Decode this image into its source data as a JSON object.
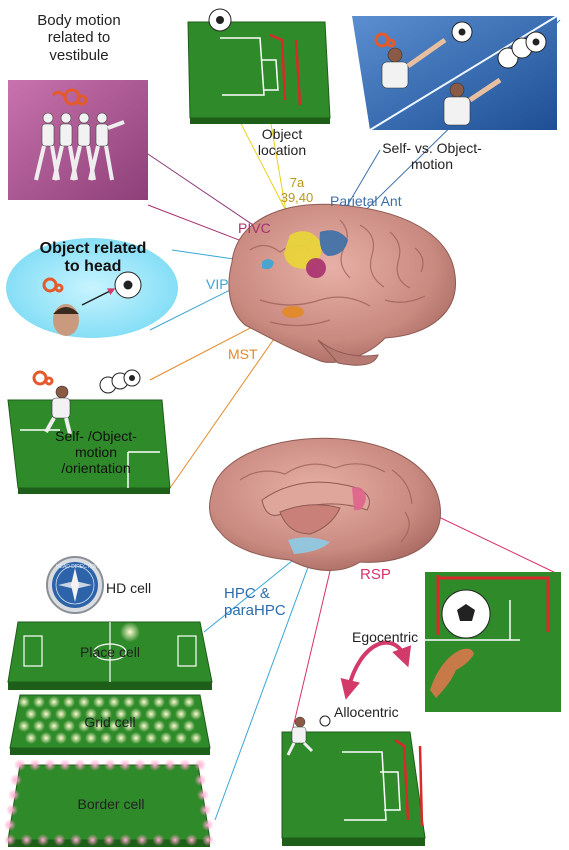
{
  "labels": {
    "body_motion": [
      "Body motion",
      "related to",
      "vestibule"
    ],
    "object_location": [
      "Object",
      "location"
    ],
    "self_vs_object": [
      "Self- vs. Object-",
      "motion"
    ],
    "area_7a": [
      "7a",
      "39,40"
    ],
    "parietal_ant": "Parietal Ant",
    "pivc": "PIVC",
    "object_head": [
      "Object related",
      "to head"
    ],
    "vip": "VIP",
    "mst": "MST",
    "self_object_orientation": [
      "Self- /Object-",
      "motion",
      "/orientation"
    ],
    "hd_cell": "HD cell",
    "hpc": [
      "HPC &",
      "paraHPC"
    ],
    "rsp": "RSP",
    "place_cell": "Place cell",
    "egocentric": "Egocentric",
    "grid_cell": "Grid cell",
    "allocentric": "Allocentric",
    "border_cell": "Border cell",
    "compass_text": "HEAD DIRECTION"
  },
  "colors": {
    "pivc": "#a8306f",
    "vip": "#3aa6d6",
    "mst": "#e3892b",
    "parietal_ant": "#3b6fa8",
    "area_7a": "#b8961c",
    "hpc": "#2a6cae",
    "rsp": "#d8326b",
    "field_green": "#2f8a2a",
    "brain_pink": "#cf8f86",
    "arrow_pink": "#d23a6a"
  }
}
